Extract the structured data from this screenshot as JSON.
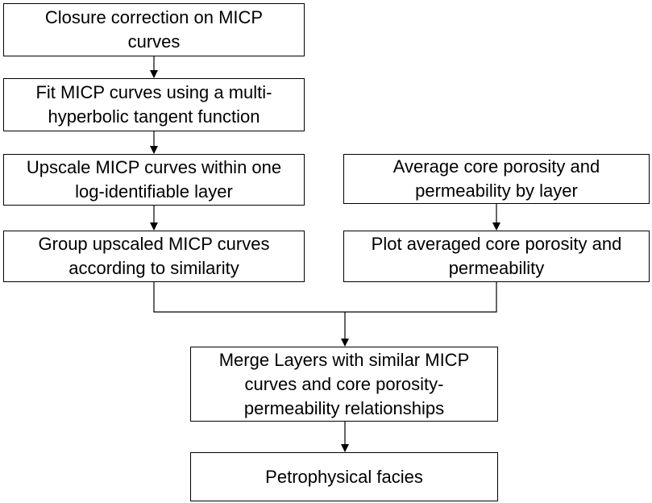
{
  "colors": {
    "stroke": "#000000",
    "background": "#ffffff",
    "text": "#000000"
  },
  "nodes": {
    "closure_correction": "Closure correction on MICP\ncurves",
    "fit_curves": "Fit  MICP curves using a multi-\nhyperbolic tangent function",
    "upscale_curves": "Upscale  MICP curves within one\nlog-identifiable layer",
    "average_core": "Average core porosity and\npermeability by layer",
    "group_curves": "Group upscaled MICP curves\naccording to similarity",
    "plot_core": "Plot averaged core porosity and\npermeability",
    "merge_layers": "Merge Layers with similar MICP\ncurves and core porosity-\npermeability relationships",
    "petrophysical_facies": "Petrophysical facies"
  }
}
